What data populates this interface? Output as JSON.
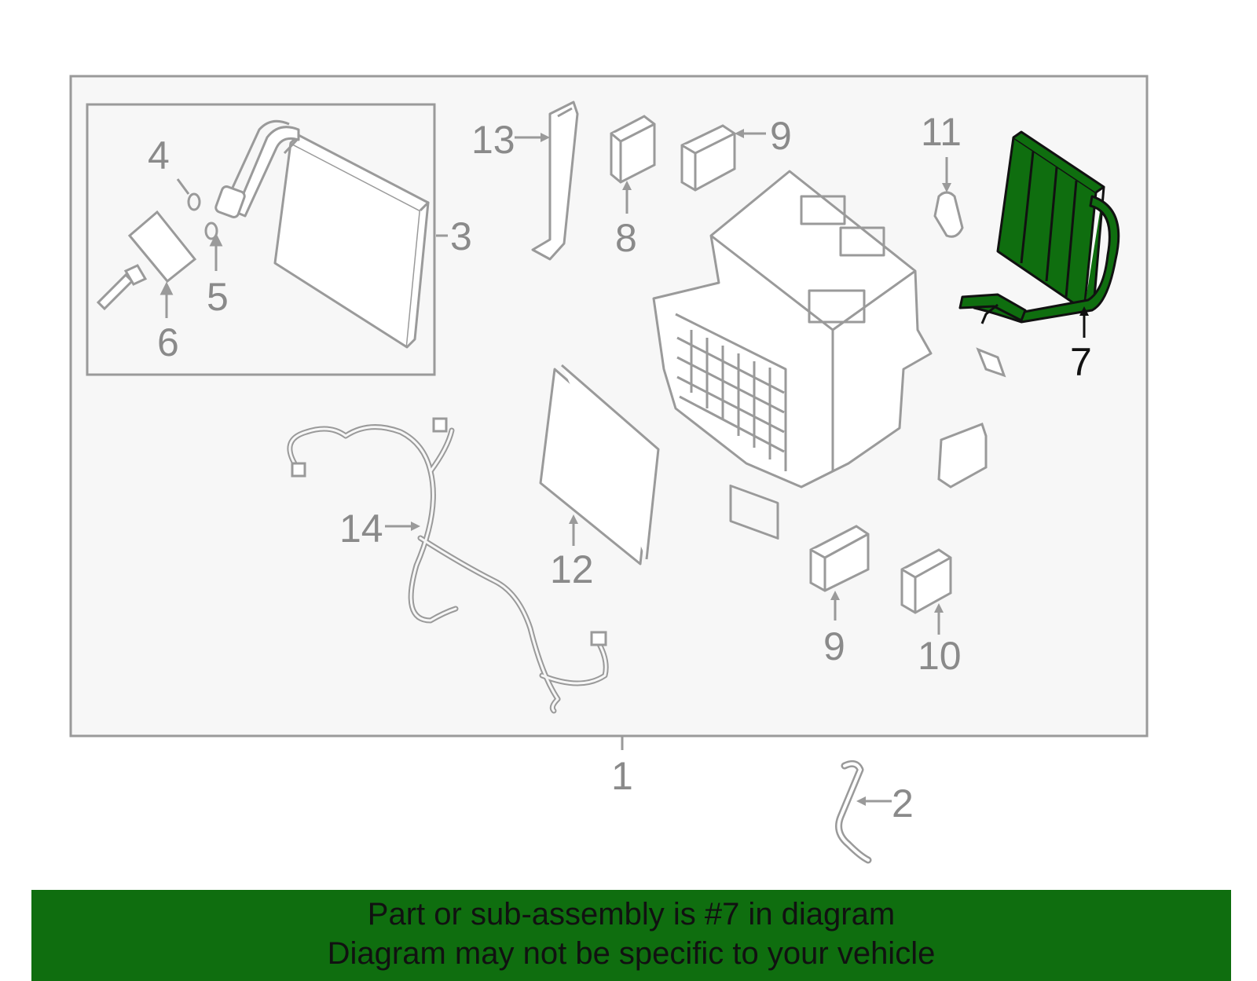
{
  "callouts": {
    "c1": "1",
    "c2": "2",
    "c3": "3",
    "c4": "4",
    "c5": "5",
    "c6": "6",
    "c7": "7",
    "c8": "8",
    "c9a": "9",
    "c9b": "9",
    "c10": "10",
    "c11": "11",
    "c12": "12",
    "c13": "13",
    "c14": "14"
  },
  "banner": {
    "line1": "Part or sub-assembly is #7 in diagram",
    "line2": "Diagram may not be specific to your vehicle"
  },
  "colors": {
    "highlight": "#0f6e0f",
    "line": "#9a9a9a",
    "background": "#f7f7f7"
  },
  "icon_names": [
    "evaporator-core",
    "heater-core",
    "hvac-case",
    "cabin-filter",
    "wiring-harness",
    "drain-hose"
  ]
}
